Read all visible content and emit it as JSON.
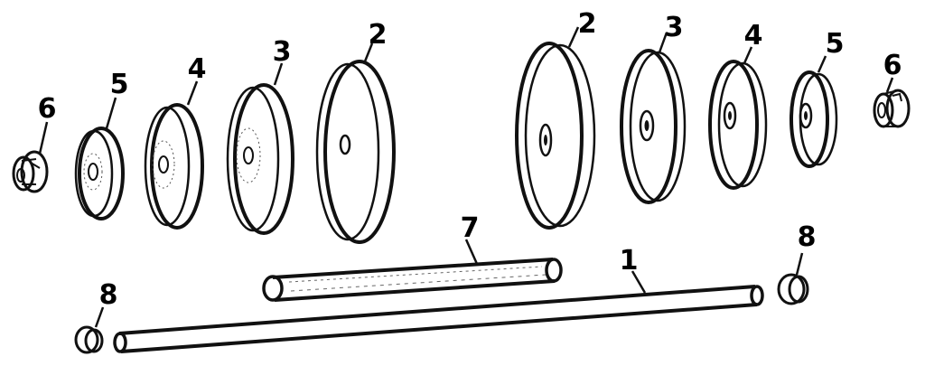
{
  "diagram": {
    "callouts": {
      "shaft": "1",
      "large_wheel": "2",
      "mid_large_wheel": "3",
      "mid_small_wheel": "4",
      "small_wheel": "5",
      "end_cap": "6",
      "sleeve": "7",
      "plug": "8"
    }
  }
}
